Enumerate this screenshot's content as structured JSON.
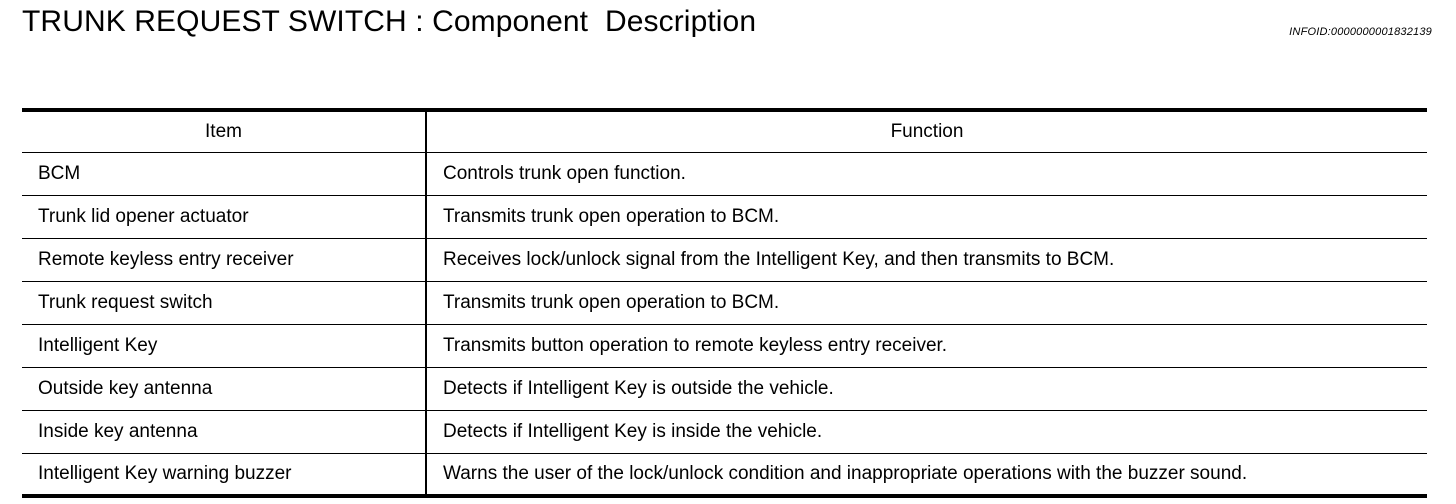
{
  "header": {
    "title": "TRUNK REQUEST SWITCH : Component  Description",
    "infoid": "INFOID:0000000001832139"
  },
  "table": {
    "columns": [
      {
        "key": "item",
        "label": "Item"
      },
      {
        "key": "function",
        "label": "Function"
      }
    ],
    "rows": [
      {
        "item": "BCM",
        "function": "Controls trunk open function."
      },
      {
        "item": "Trunk lid opener actuator",
        "function": "Transmits trunk open operation to BCM."
      },
      {
        "item": "Remote keyless entry receiver",
        "function": "Receives lock/unlock signal from the Intelligent Key, and then transmits to BCM."
      },
      {
        "item": "Trunk request switch",
        "function": "Transmits trunk open operation to BCM."
      },
      {
        "item": "Intelligent Key",
        "function": "Transmits button operation to remote keyless entry receiver."
      },
      {
        "item": "Outside key antenna",
        "function": "Detects if Intelligent Key is outside the vehicle."
      },
      {
        "item": "Inside key antenna",
        "function": "Detects if Intelligent Key is inside the vehicle."
      },
      {
        "item": "Intelligent Key warning buzzer",
        "function": "Warns the user of the lock/unlock condition and inappropriate operations with the buzzer sound."
      }
    ]
  }
}
